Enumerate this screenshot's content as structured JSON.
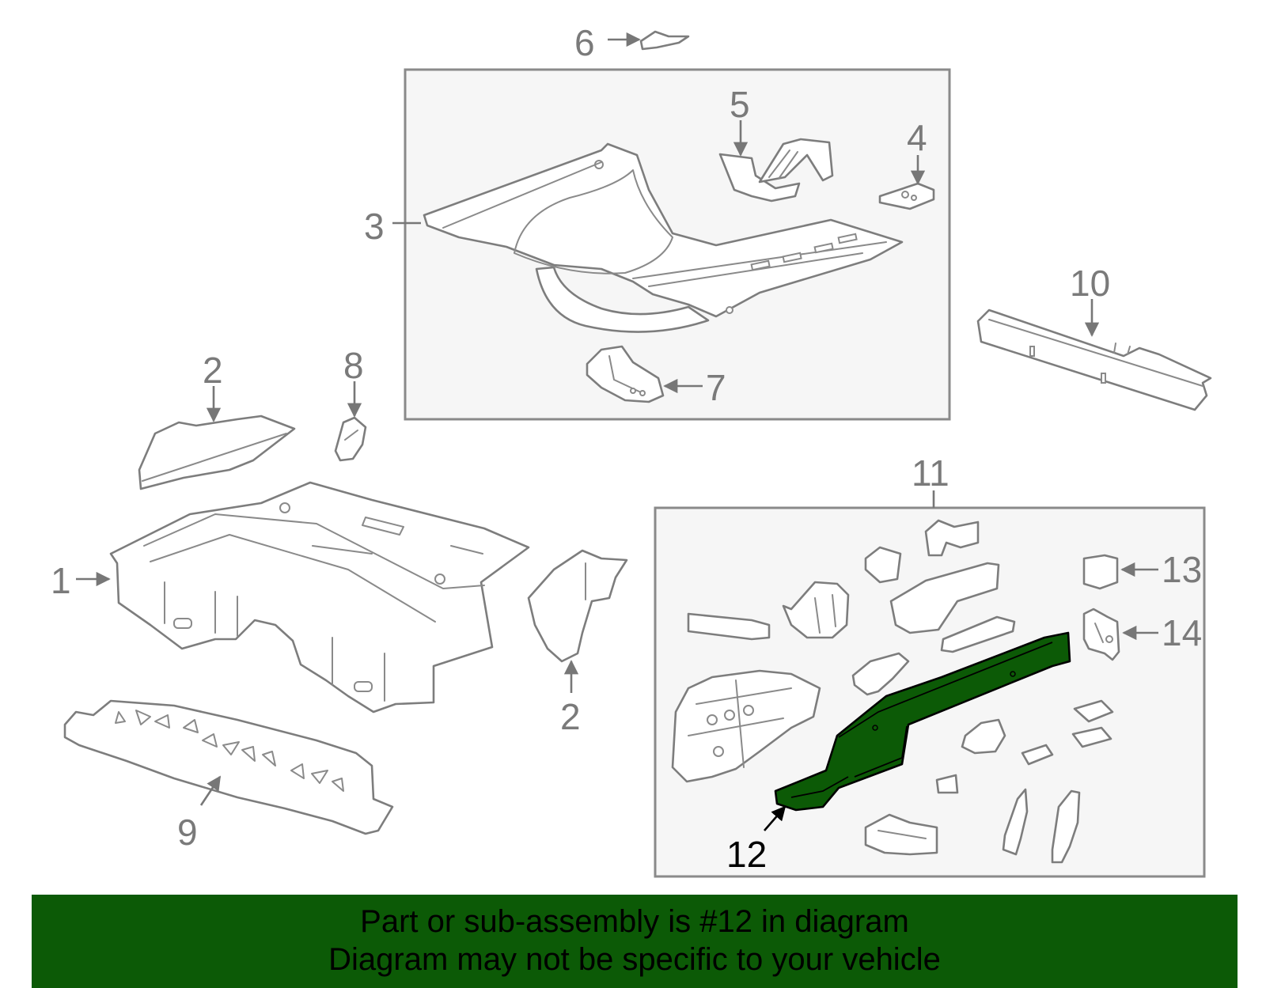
{
  "callouts": {
    "c1": "1",
    "c2a": "2",
    "c2b": "2",
    "c3": "3",
    "c4": "4",
    "c5": "5",
    "c6": "6",
    "c7": "7",
    "c8": "8",
    "c9": "9",
    "c10": "10",
    "c11": "11",
    "c12": "12",
    "c13": "13",
    "c14": "14"
  },
  "highlighted_part": "12",
  "colors": {
    "highlight": "#0c5a06",
    "line": "#7d7d7d",
    "box": "#f6f6f6"
  },
  "banner": {
    "line1": "Part or sub-assembly is #12 in diagram",
    "line2": "Diagram may not be specific to your vehicle"
  }
}
